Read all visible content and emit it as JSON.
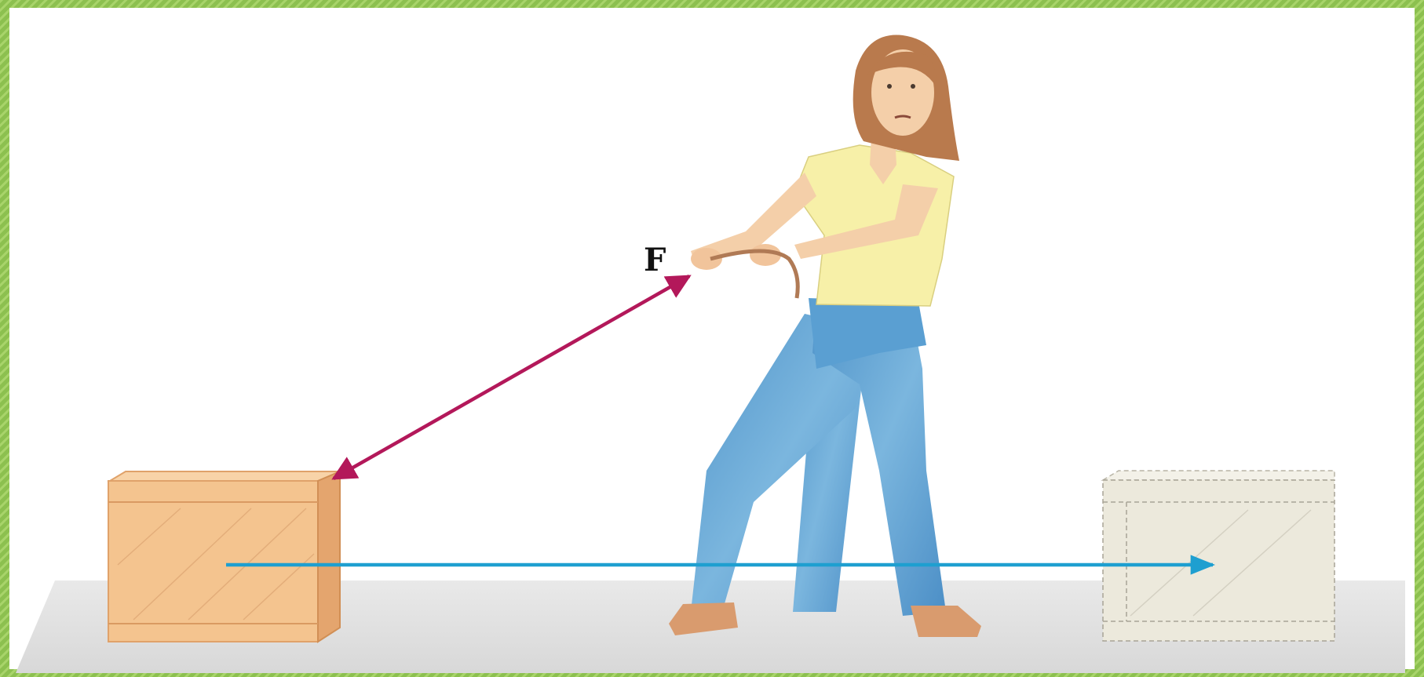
{
  "diagram": {
    "force_label": "F",
    "colors": {
      "frame": "#8cc04f",
      "force_vector": "#b3185a",
      "displacement_vector": "#1e9fd0",
      "crate": "#f4c48f",
      "crate_ghost": "#ece9dc",
      "floor": "#e3e3e3",
      "shirt": "#f7f0a8",
      "jeans": "#5a9fd2",
      "hair": "#b97a4d",
      "skin": "#f4cfa9",
      "shoes": "#d99b6e"
    },
    "elements": [
      "crate-initial",
      "crate-final",
      "woman-pulling-rope",
      "force-vector",
      "displacement-vector",
      "floor"
    ]
  }
}
